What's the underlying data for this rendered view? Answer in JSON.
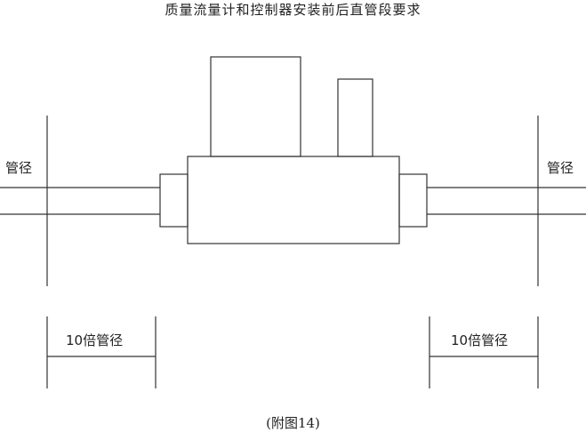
{
  "title": "质量流量计和控制器安装前后直管段要求",
  "labels": {
    "left_pipe_diameter": "管径",
    "right_pipe_diameter": "管径",
    "left_straight_length": "10倍管径",
    "right_straight_length": "10倍管径"
  },
  "caption": "(附图14)"
}
